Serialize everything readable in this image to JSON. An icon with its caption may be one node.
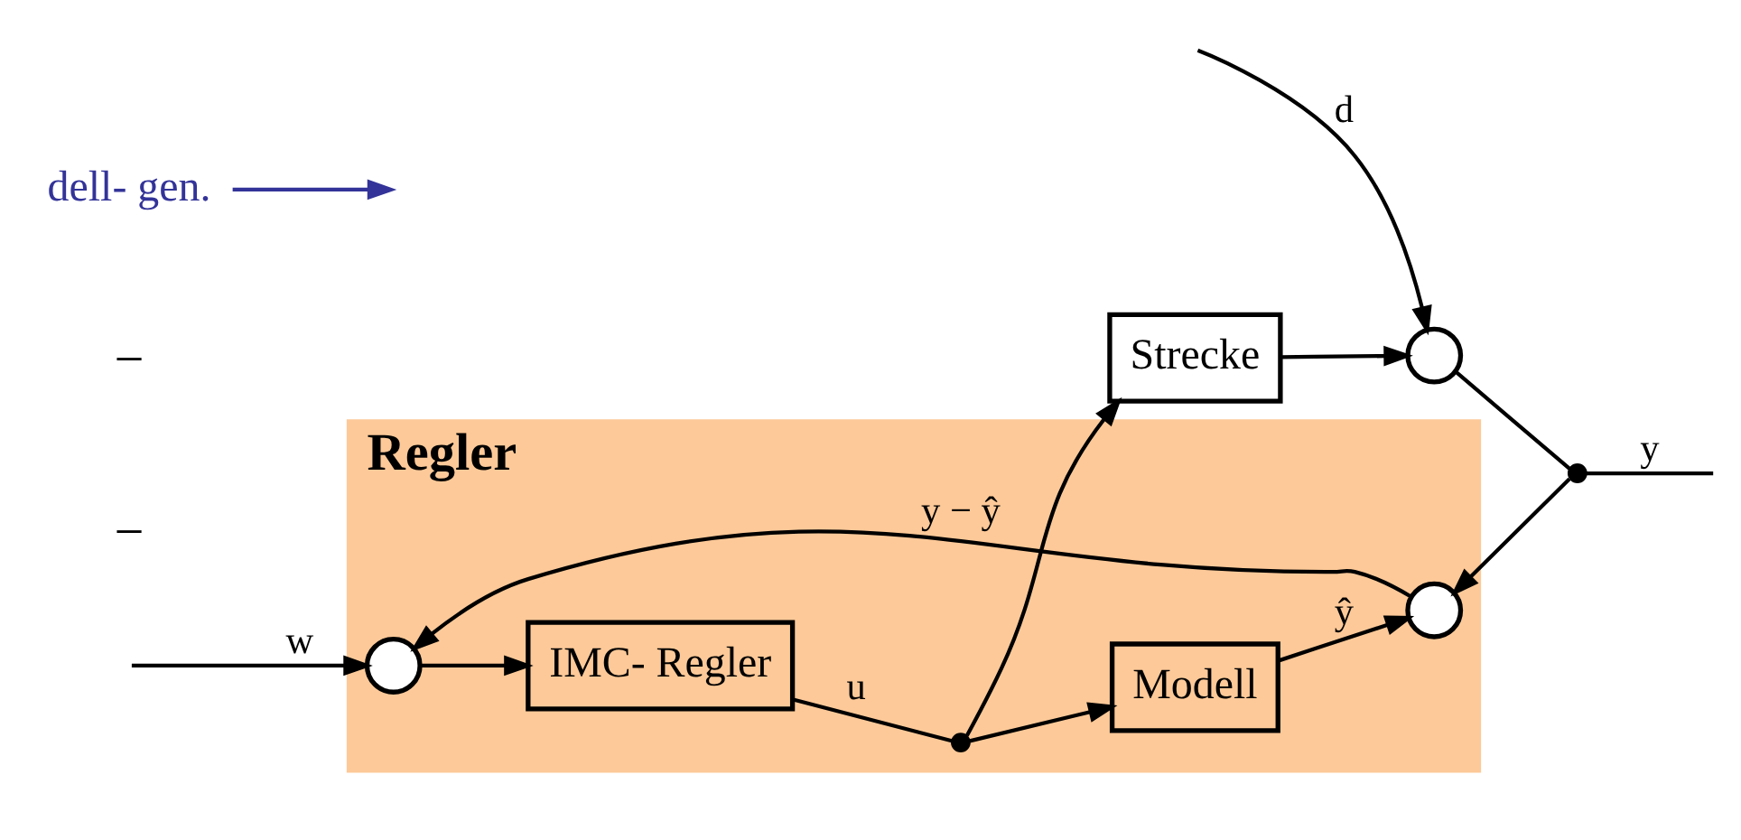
{
  "diagram": {
    "nodes": [
      {
        "text": [
          "Regler"
        ]
      },
      {
        "text": [],
        "shape": "circle",
        "in": 0
      },
      {
        "text": [
          "IMC- Regler"
        ],
        "in": 0
      },
      {
        "text": [],
        "shape": "dot",
        "in": 0
      },
      {
        "text": [
          "Modell"
        ],
        "in": 0
      },
      {
        "text": [],
        "shape": "circle",
        "in": 0
      },
      {
        "text": [
          "Strecke"
        ]
      },
      {
        "text": [],
        "shape": "circle"
      },
      {
        "text": [],
        "shape": "dot"
      },
      {
        "text": [
          "dell- gen."
        ]
      }
    ],
    "edges": [
      {
        "from": null,
        "to": 1,
        "arrow": "to",
        "label": "w"
      },
      {
        "from": 1,
        "to": 2,
        "arrow": "to"
      },
      {
        "from": 2,
        "to": 3,
        "arrow": "none",
        "label": "u"
      },
      {
        "from": 3,
        "to": 6,
        "arrow": "to"
      },
      {
        "from": 3,
        "to": 4,
        "arrow": "to"
      },
      {
        "from": 6,
        "to": 7,
        "arrow": "to"
      },
      {
        "from": null,
        "to": 7,
        "arrow": "to",
        "label": "d"
      },
      {
        "from": 7,
        "to": 8,
        "arrow": "none"
      },
      {
        "from": 8,
        "to": null,
        "arrow": "none",
        "label": "y"
      },
      {
        "from": 8,
        "to": 5,
        "arrow": "to"
      },
      {
        "from": 4,
        "to": 5,
        "arrow": "to",
        "label": "ŷ"
      },
      {
        "from": 5,
        "to": 1,
        "arrow": "to",
        "label": "y − ŷ"
      },
      {
        "from": 9,
        "to": null,
        "arrow": "to",
        "color": "#333399"
      }
    ],
    "labels": [
      "−",
      "−"
    ]
  }
}
